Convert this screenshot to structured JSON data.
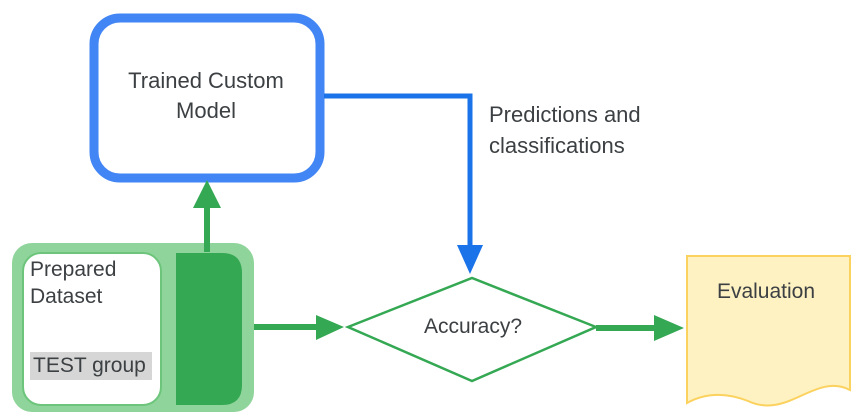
{
  "nodes": {
    "model": {
      "line1": "Trained Custom",
      "line2": "Model"
    },
    "dataset": {
      "line1": "Prepared",
      "line2": "Dataset",
      "group": "TEST group"
    },
    "decision": {
      "label": "Accuracy?"
    },
    "output": {
      "label": "Evaluation"
    }
  },
  "edges": {
    "model_to_decision": {
      "label_line1": "Predictions and",
      "label_line2": "classifications"
    }
  },
  "colors": {
    "model_border": "#4285f4",
    "edge_blue": "#1a73e8",
    "green_dark": "#34a853",
    "green_light": "#8fd49a",
    "decision_border": "#34a853",
    "document_fill": "#fef1c2",
    "document_border": "#fbd25e",
    "text": "#3c4043"
  }
}
